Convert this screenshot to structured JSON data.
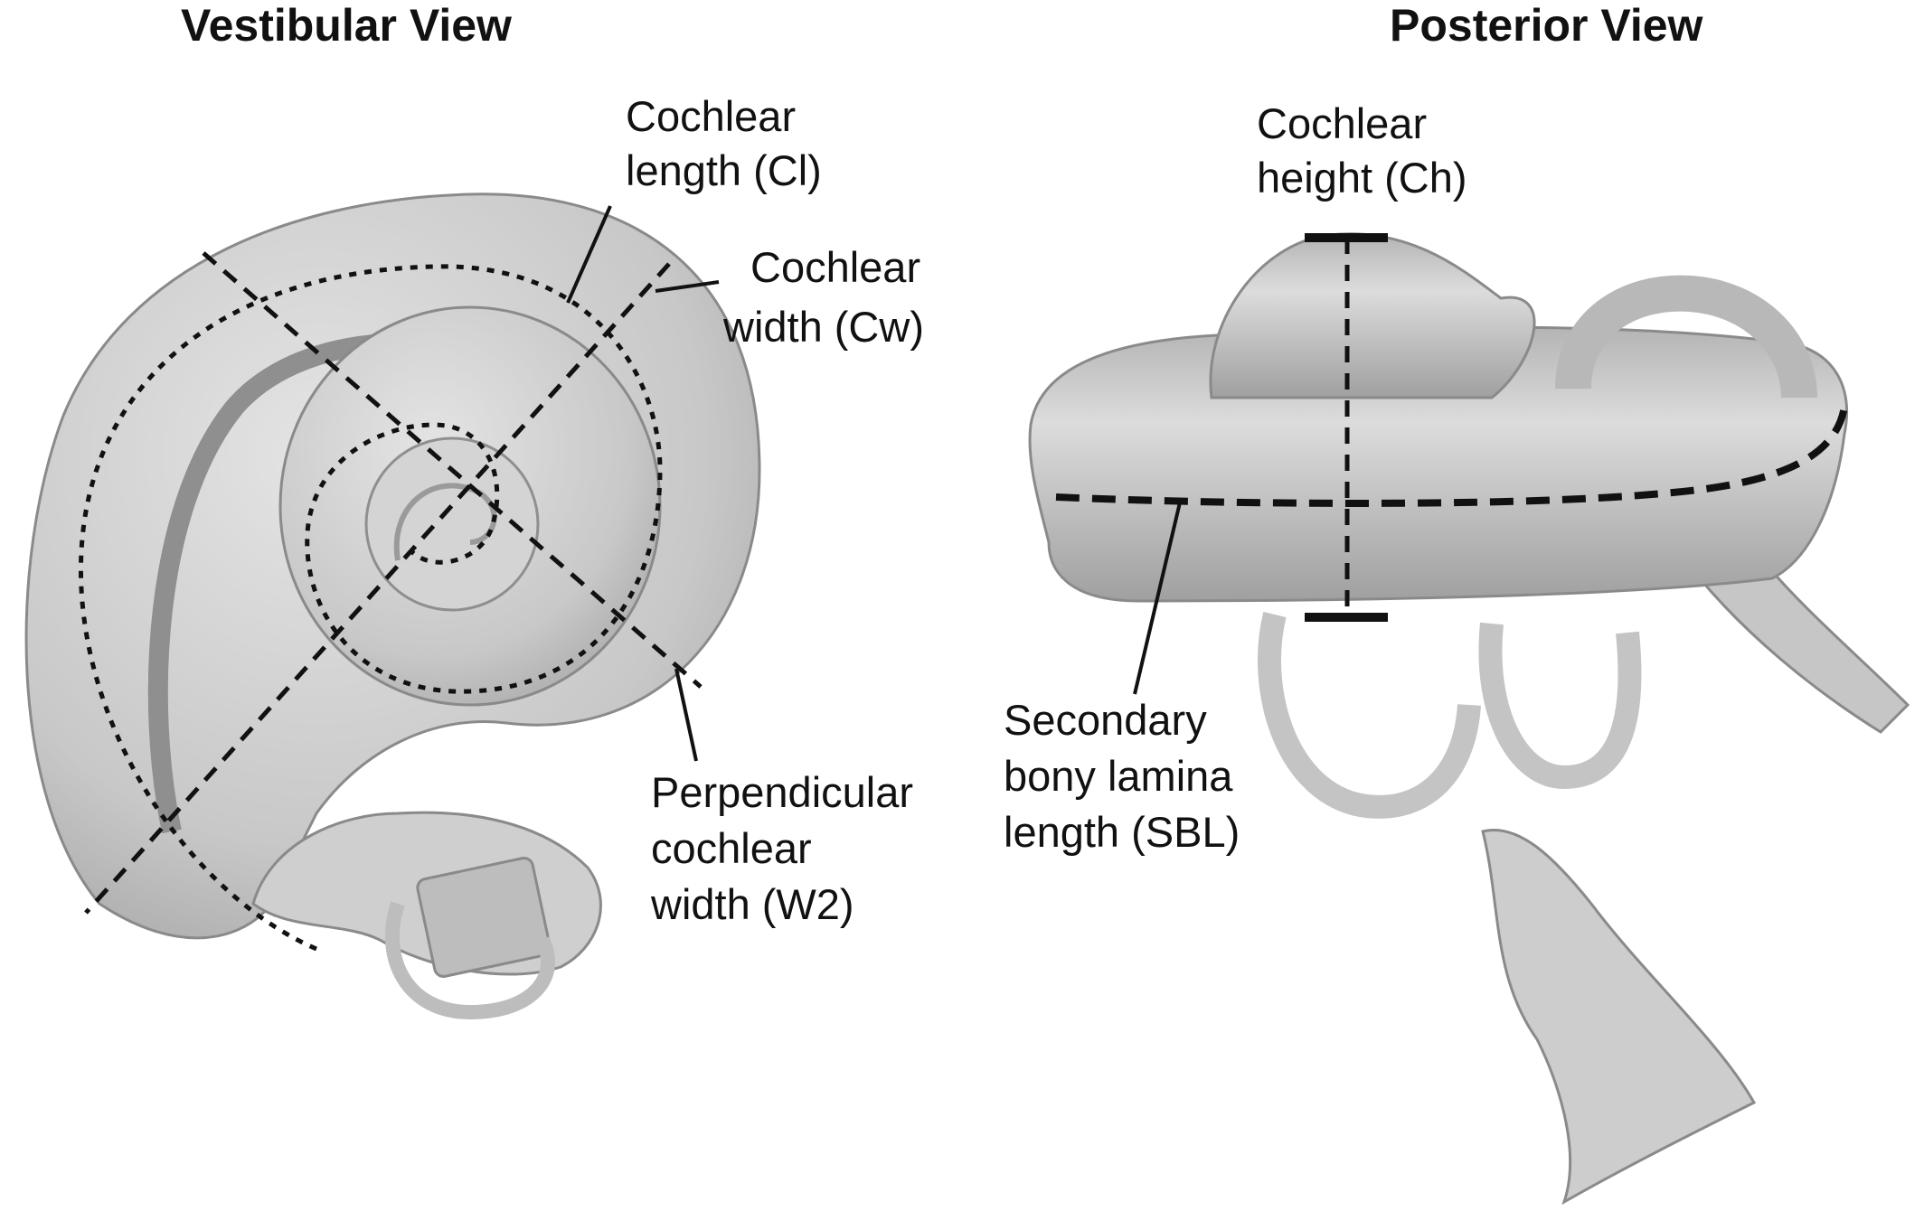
{
  "vestibular_view": {
    "title": "Vestibular View",
    "labels": {
      "cochlear_length": [
        "Cochlear",
        "length (Cl)"
      ],
      "cochlear_width": [
        "Cochlear",
        "width (Cw)"
      ],
      "perpendicular_width": [
        "Perpendicular",
        "cochlear",
        "width (W2)"
      ]
    }
  },
  "posterior_view": {
    "title": "Posterior View",
    "labels": {
      "cochlear_height": [
        "Cochlear",
        "height (Ch)"
      ],
      "secondary_bony_lamina": [
        "Secondary",
        "bony lamina",
        "length (SBL)"
      ]
    }
  },
  "colors": {
    "bone_fill": "#c9c9c9",
    "bone_light": "#e2e2e2",
    "bone_dark": "#9a9a9a",
    "line": "#111111"
  }
}
